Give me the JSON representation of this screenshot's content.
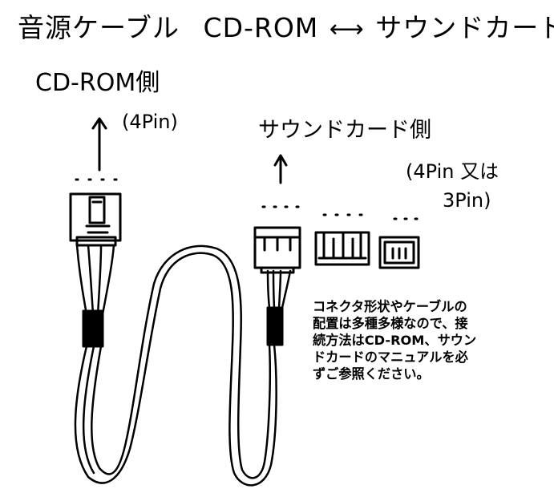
{
  "title": {
    "left": "音源ケーブル",
    "mid": "CD-ROM",
    "arrow": "⟷",
    "right": "サウンドカード"
  },
  "labels": {
    "cdrom_side": "CD-ROM側",
    "cdrom_pin": "(4Pin)",
    "sound_side": "サウンドカード側",
    "sound_pin_line1": "(4Pin 又は",
    "sound_pin_line2": "3Pin)"
  },
  "note": {
    "lines": [
      "コネクタ形状やケーブルの",
      "配置は多種多様なので、接",
      "続方法はCD-ROM、サウン",
      "ドカードのマニュアルを必",
      "ずご参照ください。"
    ]
  }
}
